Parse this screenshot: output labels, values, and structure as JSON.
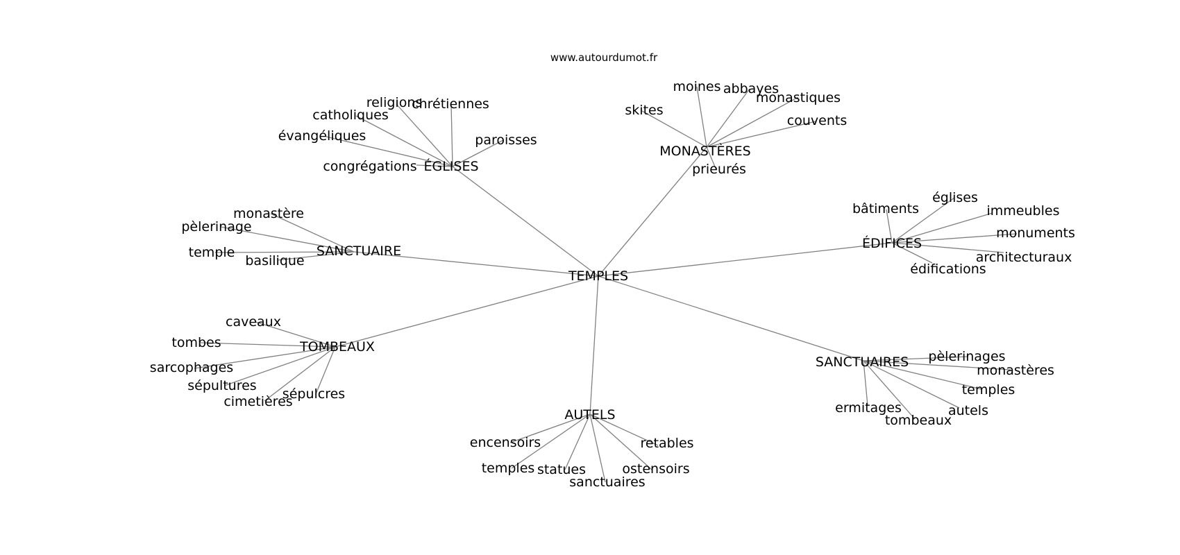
{
  "site": "www.autourdumot.fr",
  "root": "TEMPLES",
  "hubs": [
    {
      "label": "ÉGLISES",
      "leaves": [
        "religions",
        "chrétiennes",
        "catholiques",
        "évangéliques",
        "congrégations",
        "paroisses"
      ]
    },
    {
      "label": "MONASTÈRES",
      "leaves": [
        "moines",
        "abbayes",
        "monastiques",
        "skites",
        "couvents",
        "prieurés"
      ]
    },
    {
      "label": "ÉDIFICES",
      "leaves": [
        "bâtiments",
        "églises",
        "immeubles",
        "monuments",
        "architecturaux",
        "édifications"
      ]
    },
    {
      "label": "SANCTUAIRE",
      "leaves": [
        "monastère",
        "pèlerinage",
        "temple",
        "basilique"
      ]
    },
    {
      "label": "TOMBEAUX",
      "leaves": [
        "caveaux",
        "tombes",
        "sarcophages",
        "sépultures",
        "cimetières",
        "sépulcres"
      ]
    },
    {
      "label": "AUTELS",
      "leaves": [
        "encensoirs",
        "temples",
        "statues",
        "sanctuaires",
        "retables",
        "ostensoirs"
      ]
    },
    {
      "label": "SANCTUAIRES",
      "leaves": [
        "pèlerinages",
        "monastères",
        "temples",
        "autels",
        "ermitages",
        "tombeaux"
      ]
    }
  ],
  "colors": {
    "edge": "#808080",
    "text": "#000000",
    "background": "#ffffff"
  }
}
